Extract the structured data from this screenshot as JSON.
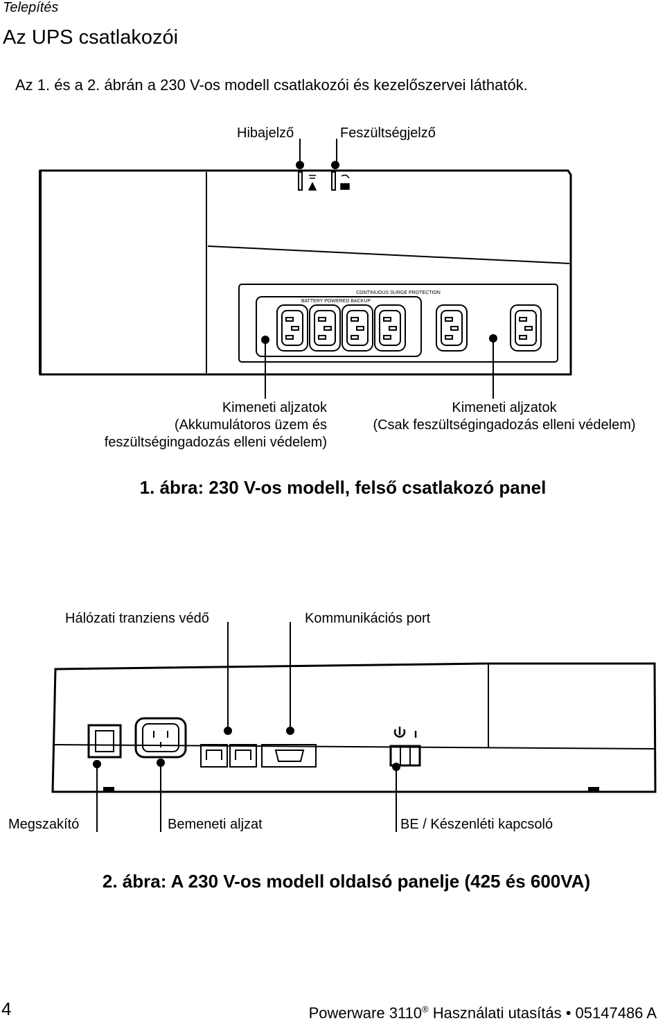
{
  "header": {
    "section": "Telepítés",
    "title": "Az UPS csatlakozói"
  },
  "intro": "Az 1. és a 2. ábrán a 230 V-os modell csatlakozói és kezelőszervei láthatók.",
  "figure1": {
    "label_fault": "Hibajelző",
    "label_voltage": "Feszültségjelző",
    "label_outlets_battery": [
      "Kimeneti aljzatok",
      "(Akkumulátoros üzem és",
      "feszültségingadozás elleni védelem)"
    ],
    "label_outlets_surge": [
      "Kimeneti aljzatok",
      "(Csak feszültségingadozás elleni védelem)"
    ],
    "panel_text_continuous": "CONTINUOUS SURGE PROTECTION",
    "panel_text_battery": "BATTERY POWERED BACKUP",
    "caption": "1. ábra:  230 V-os modell, felső csatlakozó panel"
  },
  "figure2": {
    "label_surge": "Hálózati tranziens védő",
    "label_comm": "Kommunikációs port",
    "label_breaker": "Megszakító",
    "label_input": "Bemeneti aljzat",
    "label_switch": "BE / Készenléti kapcsoló",
    "caption": "2. ábra:  A 230 V-os modell oldalsó panelje (425 és 600VA)"
  },
  "footer": {
    "page": "4",
    "doc_prefix": "Powerware  3110",
    "doc_reg": "®",
    "doc_suffix": " Használati utasítás • 05147486 A"
  }
}
